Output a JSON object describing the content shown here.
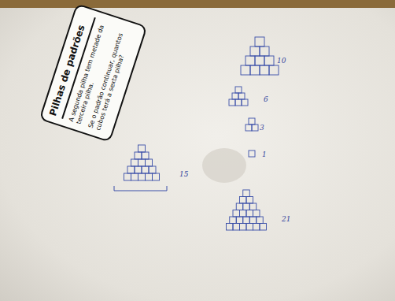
{
  "diagram": {
    "nodes": [
      {
        "text": [
          "Pilhas de padrões",
          "A segunda pilha tem metade da terceira pilha.",
          "Se o padrão continuar, quantos cubos terá a sexta pilha?"
        ]
      }
    ],
    "labels": [
      "10",
      "6",
      "3",
      "1",
      "15",
      "21"
    ]
  }
}
